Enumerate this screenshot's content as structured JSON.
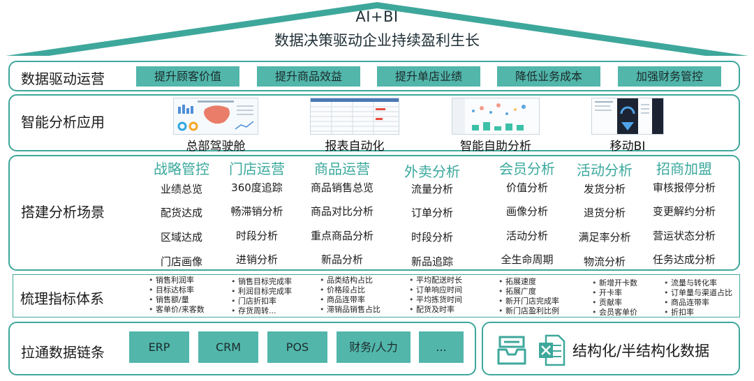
{
  "roof": {
    "line1": "AI+BI",
    "line2": "数据决策驱动企业持续盈利生长",
    "color": "#3ea79b"
  },
  "row1": {
    "label": "数据驱动运营",
    "chips": [
      "提升顾客价值",
      "提升商品效益",
      "提升单店业绩",
      "降低业务成本",
      "加强财务管控"
    ]
  },
  "row2": {
    "label": "智能分析应用",
    "apps": [
      "总部驾驶舱",
      "报表自动化",
      "智能自助分析",
      "移动BI"
    ]
  },
  "row3": {
    "label": "搭建分析场景",
    "columns": [
      {
        "title": "战略管控",
        "items": [
          "业绩总览",
          "配货达成",
          "区域达成",
          "门店画像"
        ]
      },
      {
        "title": "门店运营",
        "items": [
          "360度追踪",
          "畅滞销分析",
          "时段分析",
          "进销分析"
        ]
      },
      {
        "title": "商品运营",
        "items": [
          "商品销售总览",
          "商品对比分析",
          "重点商品分析",
          "新品分析"
        ]
      },
      {
        "title": "外卖分析",
        "items": [
          "流量分析",
          "订单分析",
          "时段分析",
          "新品追踪"
        ]
      },
      {
        "title": "会员分析",
        "items": [
          "价值分析",
          "画像分析",
          "活动分析",
          "全生命周期"
        ]
      },
      {
        "title": "活动分析",
        "items": [
          "发货分析",
          "退货分析",
          "满足率分析",
          "物流分析"
        ]
      },
      {
        "title": "招商加盟",
        "items": [
          "审核报停分析",
          "变更解约分析",
          "营运状态分析",
          "任务达成分析"
        ]
      }
    ]
  },
  "row4": {
    "label": "梳理指标体系",
    "columns": [
      [
        "销售利润率",
        "目标达标率",
        "销售额/量",
        "客单价/来客数"
      ],
      [
        "销售目标完成率",
        "利润目标完成率",
        "门店折扣率",
        "存货周转..."
      ],
      [
        "品类结构占比",
        "价格段占比",
        "商品连带率",
        "滞销品销售占比"
      ],
      [
        "平均配送时长",
        "订单响应时间",
        "平均拣货时间",
        "配货及时率"
      ],
      [
        "拓展速度",
        "拓展广度",
        "新开门店完成率",
        "新门店盈利比例"
      ],
      [
        "新增开卡数",
        "开卡率",
        "贡献率",
        "会员客单价"
      ],
      [
        "流量与转化率",
        "订单量与渠道占比",
        "商品连带率",
        "折扣率"
      ]
    ]
  },
  "row5": {
    "label": "拉通数据链条",
    "systems": [
      "ERP",
      "CRM",
      "POS",
      "财务/人力",
      "..."
    ],
    "right_label": "结构化/半结构化数据"
  }
}
